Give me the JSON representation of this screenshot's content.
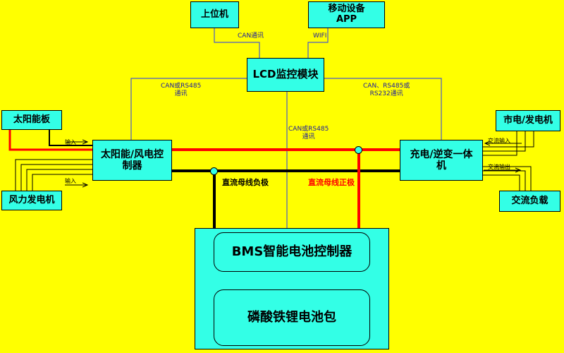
{
  "boxes": {
    "host_pc": "上位机",
    "mobile_app_line1": "移动设备",
    "mobile_app_line2": "APP",
    "lcd": "LCD监控模块",
    "solar_panel": "太阳能板",
    "wind_generator": "风力发电机",
    "controller_line1": "太阳能/风电控",
    "controller_line2": "制器",
    "grid_generator": "市电/发电机",
    "inverter_line1": "充电/逆变一体",
    "inverter_line2": "机",
    "ac_load": "交流负载",
    "bms": "BMS智能电池控制器",
    "battery_pack": "磷酸铁锂电池包"
  },
  "links": {
    "host_to_lcd": "CAN通讯",
    "app_to_lcd": "WIFI",
    "lcd_to_controller_line1": "CAN或RS485",
    "lcd_to_controller_line2": "通讯",
    "lcd_to_inverter_line1": "CAN、RS485或",
    "lcd_to_inverter_line2": "RS232通讯",
    "lcd_to_bms_line1": "CAN或RS485",
    "lcd_to_bms_line2": "通讯",
    "solar_input": "输入",
    "wind_input": "输入",
    "ac_input": "交流输入",
    "ac_output": "交流输出",
    "dc_bus_negative": "直流母线负极",
    "dc_bus_positive": "直流母线正极"
  },
  "colors": {
    "background": "#ffff00",
    "box_fill": "#33ffe6",
    "positive_bus": "#ff0000",
    "negative_bus": "#000000",
    "comm_line": "#4a5ac8"
  }
}
